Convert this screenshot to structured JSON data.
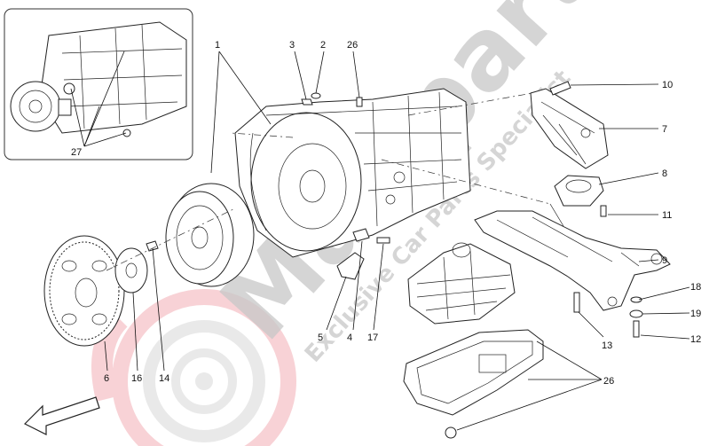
{
  "watermark": {
    "brand": "Maxiparts",
    "tagline": "Exclusive Car Parts Specialist",
    "brand_color": "#9a9a9a",
    "accent_color": "#f2aeb4"
  },
  "labels": {
    "l1": "1",
    "l2": "2",
    "l3": "3",
    "l26a": "26",
    "l10": "10",
    "l7": "7",
    "l8": "8",
    "l11": "11",
    "l9": "9",
    "l18": "18",
    "l19": "19",
    "l12": "12",
    "l13": "13",
    "l26b": "26",
    "l5": "5",
    "l4": "4",
    "l17": "17",
    "l6": "6",
    "l16": "16",
    "l14": "14",
    "l27": "27"
  },
  "icons": {
    "direction": "front-arrow-icon"
  }
}
